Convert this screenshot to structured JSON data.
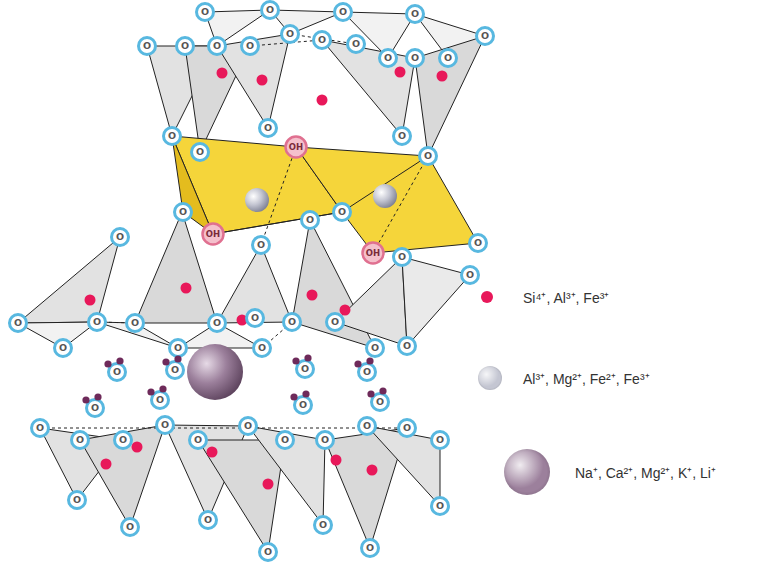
{
  "diagram": {
    "labels": [
      "O",
      "O",
      "O",
      "O",
      "O",
      "O",
      "O",
      "O",
      "O",
      "O",
      "O",
      "O",
      "O",
      "O",
      "O",
      "O",
      "O",
      "O",
      "O",
      "O",
      "OH",
      "O",
      "O",
      "O",
      "O",
      "O",
      "O",
      "O",
      "OH",
      "OH",
      "O",
      "O",
      "O",
      "O",
      "O",
      "O",
      "O",
      "O",
      "O",
      "O",
      "O",
      "O",
      "O",
      "O",
      "O",
      "O",
      "O",
      "O",
      "O",
      "O",
      "O",
      "O",
      "O",
      "O",
      "O",
      "O",
      "O",
      "O",
      "O",
      "O",
      "O",
      "O",
      "O",
      "O",
      "O",
      "O",
      "O",
      "O",
      "O"
    ],
    "legend": [
      {
        "text": "Si⁴⁺, Al³⁺, Fe³⁺",
        "color": "#e8185a"
      },
      {
        "text": "Al³⁺, Mg²⁺, Fe²⁺, Fe³⁺",
        "color": "#c4c6d2"
      },
      {
        "text": "Na⁺, Ca²⁺, Mg²⁺, K⁺, Li⁺",
        "color": "#9c809c"
      }
    ]
  }
}
